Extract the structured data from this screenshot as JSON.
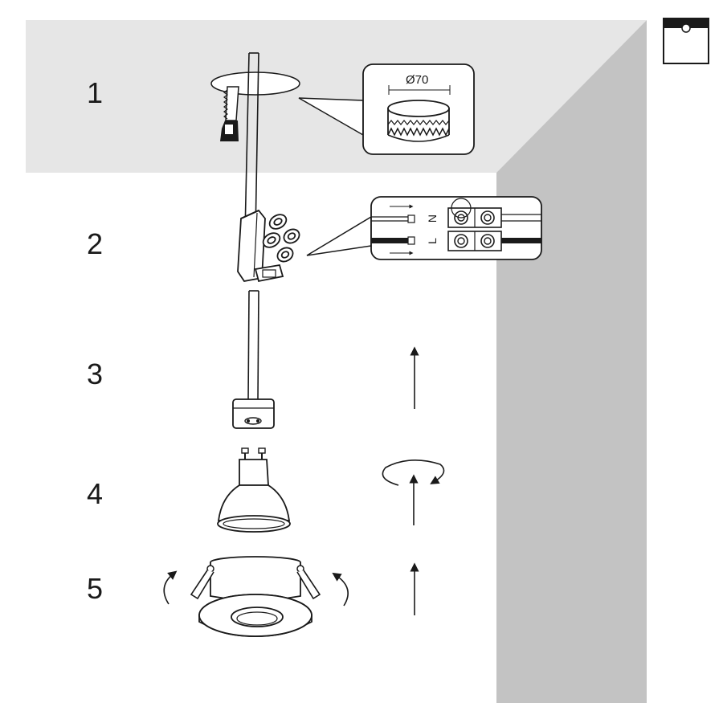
{
  "steps": [
    {
      "number": "1"
    },
    {
      "number": "2"
    },
    {
      "number": "3"
    },
    {
      "number": "4"
    },
    {
      "number": "5"
    }
  ],
  "hole_detail": {
    "diameter_label": "Ø70"
  },
  "wiring_detail": {
    "neutral_label": "N",
    "live_label": "L"
  },
  "colors": {
    "ceiling": "#e6e6e6",
    "wall": "#c3c3c3",
    "line": "#1a1a1a"
  },
  "icons": [
    "saw-icon",
    "ceiling-mount-icon",
    "rotate-arrow-icon",
    "up-arrow-icon"
  ]
}
